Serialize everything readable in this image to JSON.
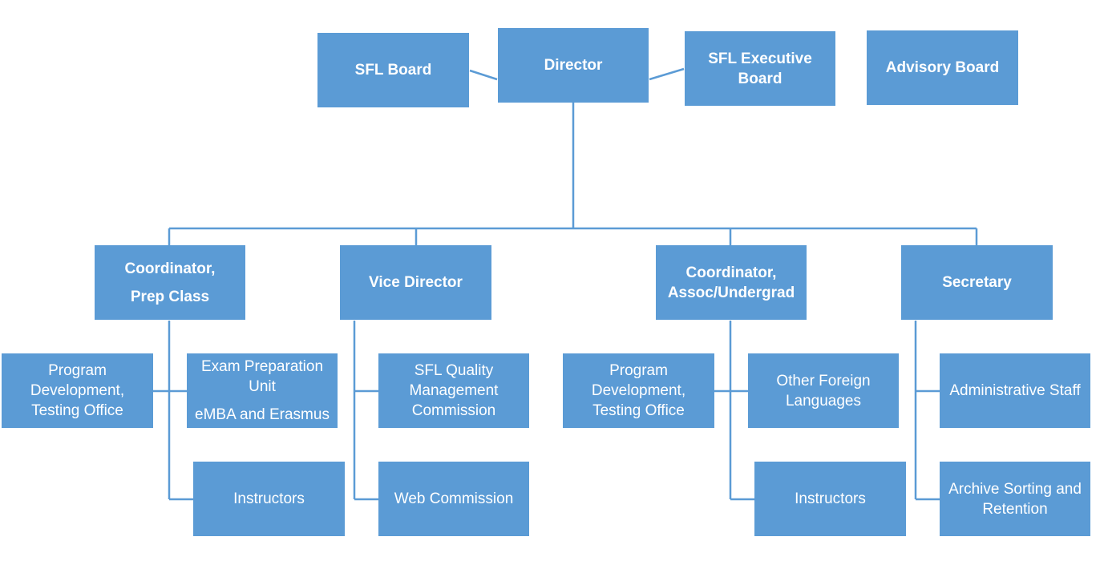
{
  "colors": {
    "box_fill": "#5b9bd5",
    "box_text": "#ffffff",
    "connector": "#5b9bd5"
  },
  "top": {
    "sfl_board": "SFL Board",
    "director": "Director",
    "sfl_executive_board_line1": "SFL Executive",
    "sfl_executive_board_line2": "Board",
    "advisory_board": "Advisory Board"
  },
  "level2": {
    "coord_prep_line1": "Coordinator,",
    "coord_prep_line2": "Prep Class",
    "vice_director": "Vice Director",
    "coord_assoc_line1": "Coordinator,",
    "coord_assoc_line2": "Assoc/Undergrad",
    "secretary": "Secretary"
  },
  "prep_branch": {
    "program_dev_line1": "Program",
    "program_dev_line2": "Development,",
    "program_dev_line3": "Testing Office",
    "exam_prep_line1": "Exam Preparation",
    "exam_prep_line2": "Unit",
    "exam_prep_line3": "eMBA and Erasmus",
    "instructors": "Instructors"
  },
  "vice_branch": {
    "quality_line1": "SFL Quality",
    "quality_line2": "Management",
    "quality_line3": "Commission",
    "web_commission": "Web Commission"
  },
  "assoc_branch": {
    "program_dev_line1": "Program",
    "program_dev_line2": "Development,",
    "program_dev_line3": "Testing Office",
    "other_lang_line1": "Other Foreign",
    "other_lang_line2": "Languages",
    "instructors": "Instructors"
  },
  "secretary_branch": {
    "admin_staff": "Administrative Staff",
    "archive_line1": "Archive Sorting and",
    "archive_line2": "Retention"
  }
}
